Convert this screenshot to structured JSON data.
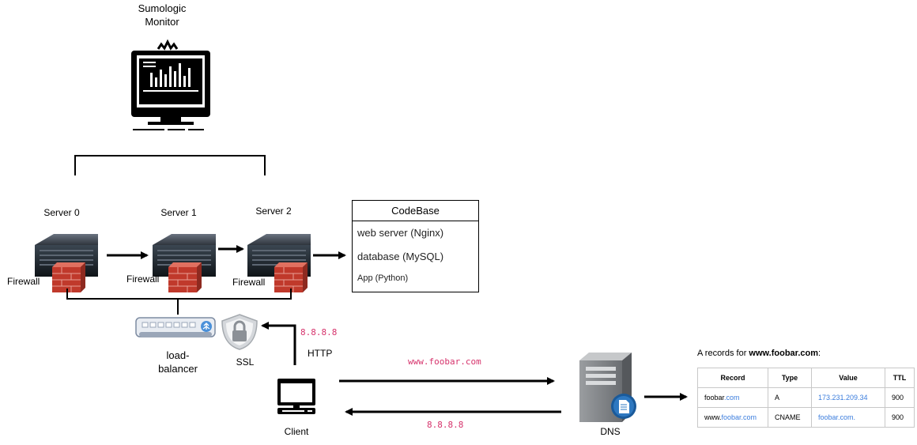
{
  "monitor": {
    "title_line1": "Sumologic",
    "title_line2": "Monitor"
  },
  "servers": [
    {
      "name": "Server 0",
      "firewall": "Firewall"
    },
    {
      "name": "Server 1",
      "firewall": "Firewall"
    },
    {
      "name": "Server 2",
      "firewall": "Firewall"
    }
  ],
  "codebase": {
    "title": "CodeBase",
    "items": [
      "web server (Nginx)",
      "database (MySQL)",
      "App (Python)"
    ]
  },
  "load_balancer": {
    "label_line1": "load-",
    "label_line2": "balancer"
  },
  "ssl": {
    "label": "SSL"
  },
  "client": {
    "label": "Client",
    "ip_label": "8.8.8.8",
    "protocol": "HTTP"
  },
  "dns": {
    "label": "DNS",
    "request_label": "www.foobar.com",
    "response_label": "8.8.8.8"
  },
  "a_records": {
    "caption_prefix": "A records for ",
    "caption_domain": "www.foobar.com",
    "caption_suffix": ":",
    "headers": [
      "Record",
      "Type",
      "Value",
      "TTL"
    ],
    "rows": [
      {
        "record_plain": "foobar",
        "record_link": ".com",
        "type": "A",
        "value": "173.231.209.34",
        "ttl": "900"
      },
      {
        "record_plain": "www.",
        "record_link": "foobar.com",
        "type": "CNAME",
        "value": "foobar.com.",
        "ttl": "900"
      }
    ]
  },
  "colors": {
    "link": "#3b7ddd",
    "code": "#d6336c",
    "firewall": "#c0392b"
  }
}
